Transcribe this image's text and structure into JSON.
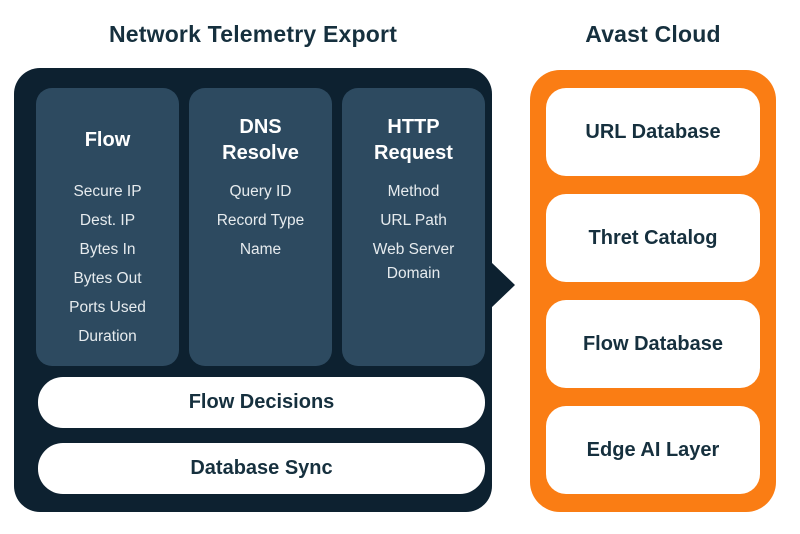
{
  "colors": {
    "background": "#ffffff",
    "panel_dark_navy": "#0d2130",
    "column_slate": "#2d4a60",
    "accent_orange": "#fa7d14",
    "heading_navy": "#16303e",
    "column_item_text": "#e6ebee"
  },
  "headers": {
    "telemetry": "Network Telemetry Export",
    "cloud": "Avast Cloud"
  },
  "telemetry_panel": {
    "columns": [
      {
        "title": "Flow",
        "items": [
          "Secure IP",
          "Dest. IP",
          "Bytes In",
          "Bytes Out",
          "Ports Used",
          "Duration"
        ]
      },
      {
        "title": "DNS\nResolve",
        "items": [
          "Query ID",
          "Record Type",
          "Name"
        ]
      },
      {
        "title": "HTTP\nRequest",
        "items": [
          "Method",
          "URL Path",
          "Web Server Domain"
        ]
      }
    ],
    "bars": [
      "Flow Decisions",
      "Database Sync"
    ]
  },
  "cloud_panel": {
    "boxes": [
      "URL Database",
      "Thret Catalog",
      "Flow Database",
      "Edge AI Layer"
    ]
  }
}
